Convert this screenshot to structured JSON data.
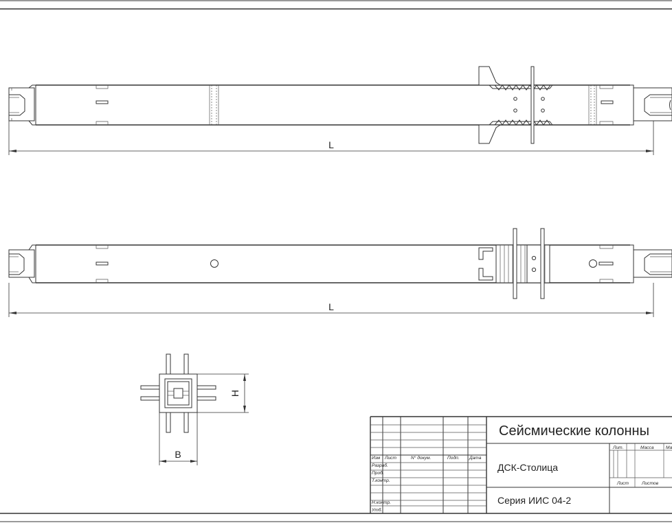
{
  "views": {
    "front": {
      "dimension_label": "L"
    },
    "top": {
      "dimension_label": "L"
    },
    "section": {
      "width_label": "B",
      "height_label": "H"
    }
  },
  "title_block": {
    "title": "Сейсмические колонны",
    "organization": "ДСК-Столица",
    "series": "Серия ИИС 04-2",
    "header_columns": [
      "Изм",
      "Лист",
      "N° докум.",
      "Подп.",
      "Дата"
    ],
    "rows": [
      "Разраб.",
      "Проб.",
      "Т.контр.",
      "Н.контр.",
      "Утб."
    ],
    "stage_labels": [
      "Лит.",
      "Масса",
      "Масштаб"
    ],
    "sheet_labels": [
      "Лист",
      "Листов"
    ]
  }
}
